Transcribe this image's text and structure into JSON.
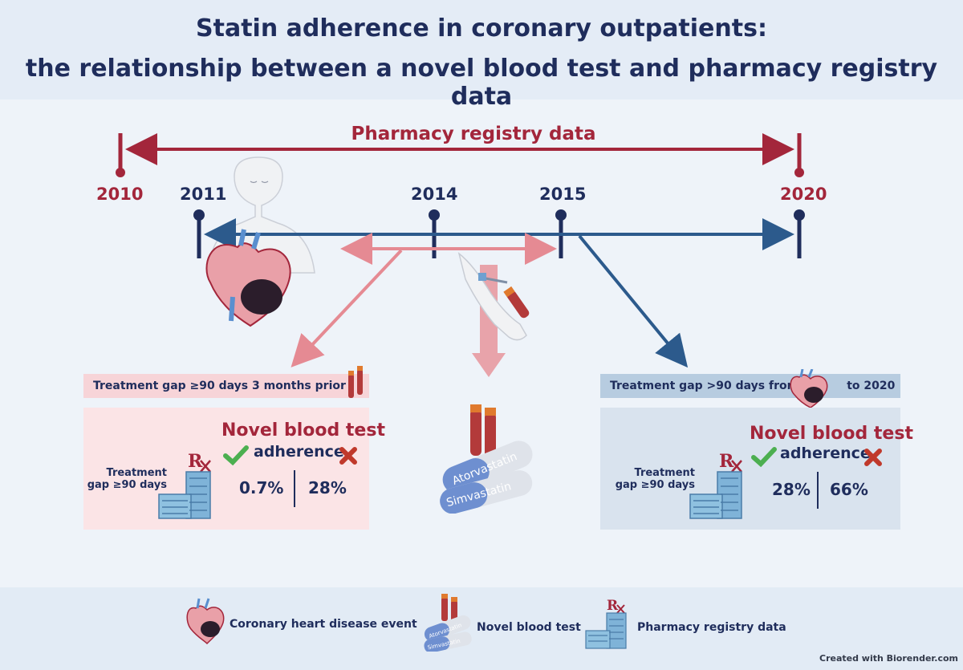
{
  "title": {
    "line1": "Statin adherence in coronary outpatients:",
    "line2": "the relationship between a novel blood test and pharmacy registry data"
  },
  "timeline": {
    "pharmacy_label": "Pharmacy registry data",
    "years": {
      "y2010": "2010",
      "y2011": "2011",
      "y2014": "2014",
      "y2015": "2015",
      "y2020": "2020"
    }
  },
  "left_panel": {
    "header": "Treatment gap ≥90 days 3 months prior",
    "novel_title": "Novel blood test",
    "adherence": "adherence",
    "gap_line1": "Treatment",
    "gap_line2": "gap ≥90 days",
    "pct_adherent": "0.7%",
    "pct_nonadherent": "28%"
  },
  "right_panel": {
    "header_pre": "Treatment gap >90 days from",
    "header_post": "to 2020",
    "novel_title": "Novel blood test",
    "adherence": "adherence",
    "gap_line1": "Treatment",
    "gap_line2": "gap ≥90 days",
    "pct_adherent": "28%",
    "pct_nonadherent": "66%"
  },
  "pills": {
    "pill1": "Atorvastatin",
    "pill2": "Simvastatin"
  },
  "legend": {
    "heart": "Coronary heart disease event",
    "blood": "Novel blood test",
    "pharmacy": "Pharmacy registry data",
    "mini_pill1": "Atorvastatin",
    "mini_pill2": "Simvastatin"
  },
  "rx": "R",
  "credit": "Created with Biorender.com",
  "colors": {
    "red": "#a3263b",
    "navy": "#1f2d5c",
    "pink": "#e58a93",
    "blue_line": "#2c5a8c",
    "check": "#4caf50",
    "cross": "#c0392b"
  }
}
